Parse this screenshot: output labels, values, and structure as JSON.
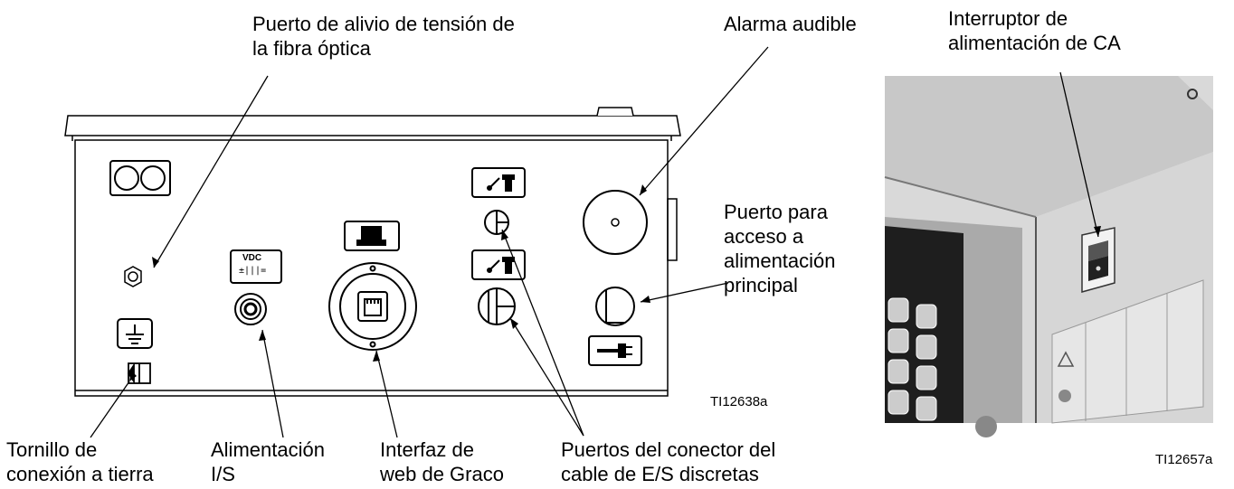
{
  "labels": {
    "fiber_port": [
      "Puerto de alivio de tensión de",
      "la fibra óptica"
    ],
    "audible_alarm": [
      "Alarma audible"
    ],
    "ac_switch": [
      "Interruptor de",
      "alimentación de CA"
    ],
    "main_power_port": [
      "Puerto para",
      "acceso a",
      "alimentación",
      "principal"
    ],
    "ground_screw": [
      "Tornillo de",
      "conexión a tierra"
    ],
    "power_io": [
      "Alimentación",
      "I/S"
    ],
    "web_interface": [
      "Interfaz de",
      "web de Graco"
    ],
    "discrete_io_ports": [
      "Puertos del conector del",
      "cable de E/S discretas"
    ]
  },
  "figure_refs": {
    "left": "TI12638a",
    "right": "TI12657a"
  },
  "panel_text": {
    "vdc": "VDC",
    "vdc_symbol": "±|||="
  }
}
